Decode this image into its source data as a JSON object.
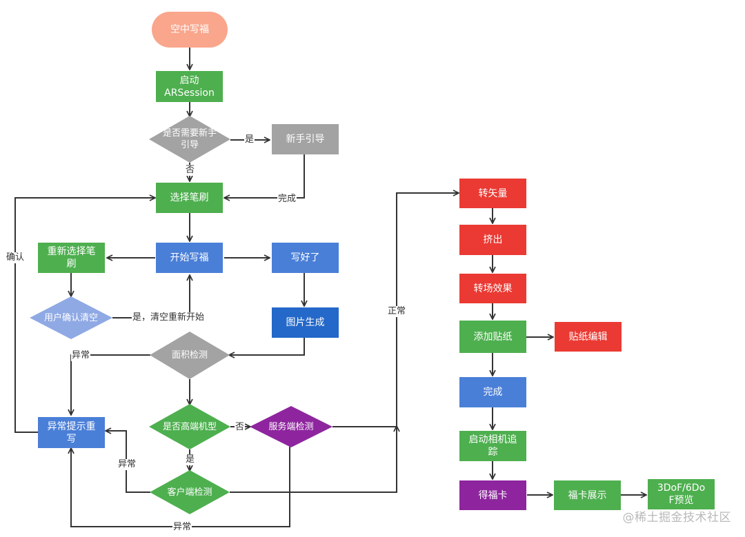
{
  "colors": {
    "start": "#f9a68c",
    "green": "#4eaf4f",
    "gray": "#a3a3a3",
    "blue": "#4a7fd8",
    "blue_dark": "#2468c9",
    "light_blue": "#8fa9e4",
    "purple": "#8e259e",
    "red": "#ea3a33",
    "line": "#333333"
  },
  "nodes": {
    "start": "空中写福",
    "start_ar": "启动\nARSession",
    "need_guide": "是否需要新手\n引导",
    "new_guide": "新手引导",
    "select_brush": "选择笔刷",
    "start_writing": "开始写福",
    "reselect_brush": "重新选择笔\n刷",
    "user_confirm_clear": "用户确认清空",
    "written": "写好了",
    "image_generated": "图片生成",
    "area_check": "面积检测",
    "error_rewrite": "异常提示重\n写",
    "is_high_end": "是否高端机型",
    "server_check": "服务端检测",
    "client_check": "客户端检测",
    "to_vector": "转矢量",
    "extrude": "挤出",
    "transition_effect": "转场效果",
    "add_sticker": "添加贴纸",
    "sticker_edit": "贴纸编辑",
    "done": "完成",
    "start_camera_tracking": "启动相机追\n踪",
    "get_fu_card": "得福卡",
    "fu_card_display": "福卡展示",
    "preview_3dof": "3DoF/6Do\nF预览"
  },
  "labels": {
    "yes_guide": "是",
    "no_guide": "否",
    "guide_done": "完成",
    "confirm": "确认",
    "yes_clear_restart": "是，清空重新开始",
    "area_abnormal": "异常",
    "no_high_end": "否",
    "yes_high_end": "是",
    "client_abnormal": "异常",
    "server_abnormal": "异常",
    "normal": "正常"
  },
  "watermark": "@稀土掘金技术社区"
}
